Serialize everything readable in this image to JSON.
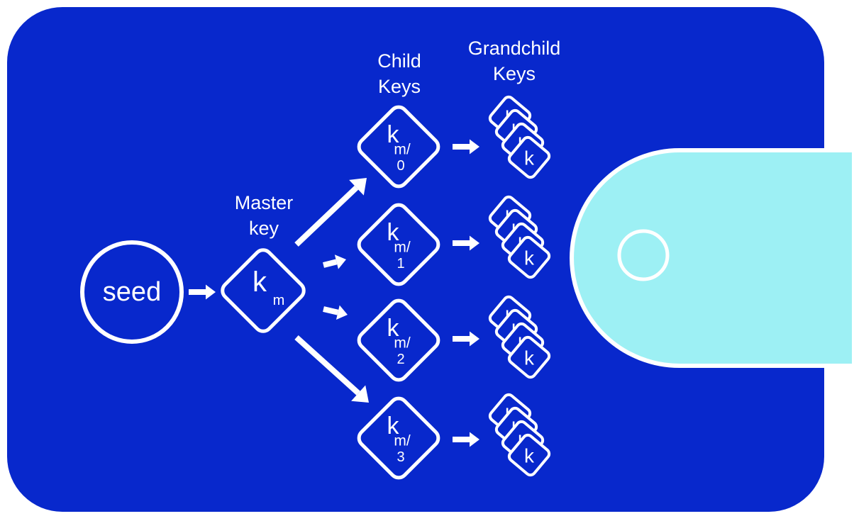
{
  "colors": {
    "wallet_body": "#0828cc",
    "wallet_flap": "#9df0f4",
    "stroke": "#ffffff"
  },
  "seed": {
    "label": "seed"
  },
  "master": {
    "title_line1": "Master",
    "title_line2": "key",
    "key_symbol": "k",
    "key_sub": "m"
  },
  "child_header": {
    "line1": "Child",
    "line2": "Keys"
  },
  "grandchild_header": {
    "line1": "Grandchild",
    "line2": "Keys"
  },
  "child_keys": [
    {
      "symbol": "k",
      "sub": "m/",
      "index": "0"
    },
    {
      "symbol": "k",
      "sub": "m/",
      "index": "1"
    },
    {
      "symbol": "k",
      "sub": "m/",
      "index": "2"
    },
    {
      "symbol": "k",
      "sub": "m/",
      "index": "3"
    }
  ],
  "grandchild_symbol": "k",
  "icons": {
    "arrow": "arrow-right-icon",
    "flap_button": "circle-button-icon"
  }
}
